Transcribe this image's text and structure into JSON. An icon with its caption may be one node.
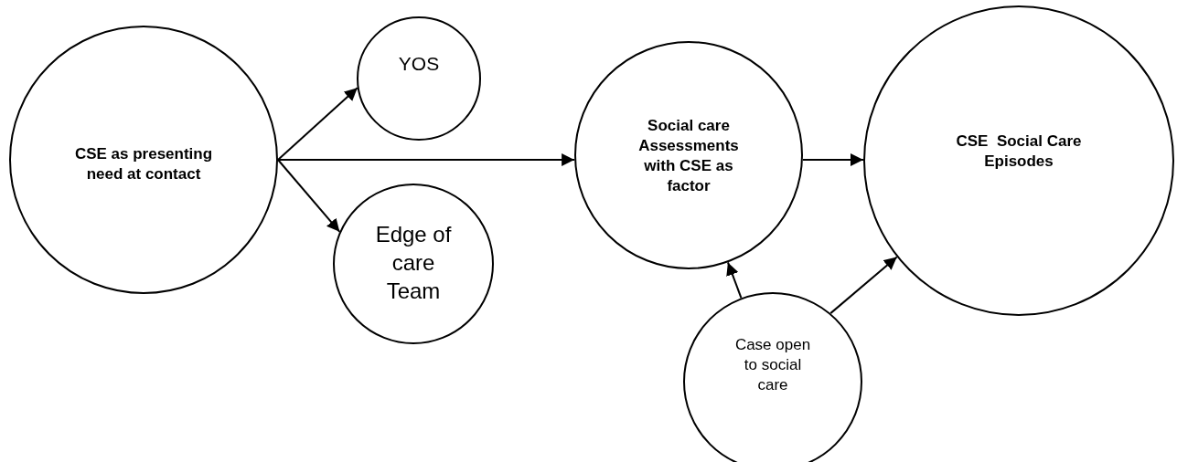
{
  "diagram": {
    "nodes": [
      {
        "text": [
          "CSE as presenting need at contact"
        ]
      },
      {
        "text": [
          "YOS"
        ]
      },
      {
        "text": [
          "Edge of care Team"
        ]
      },
      {
        "text": [
          "Social care Assessments with CSE as factor"
        ]
      },
      {
        "text": [
          "CSE  Social Care Episodes"
        ]
      },
      {
        "text": [
          "Case open to social care"
        ]
      }
    ],
    "edges": [
      {
        "from": 0,
        "to": 1,
        "arrow": "to"
      },
      {
        "from": 0,
        "to": 3,
        "arrow": "to"
      },
      {
        "from": 0,
        "to": 2,
        "arrow": "to"
      },
      {
        "from": 3,
        "to": 4,
        "arrow": "to"
      },
      {
        "from": 5,
        "to": 3,
        "arrow": "to"
      },
      {
        "from": 5,
        "to": 4,
        "arrow": "to"
      }
    ]
  }
}
